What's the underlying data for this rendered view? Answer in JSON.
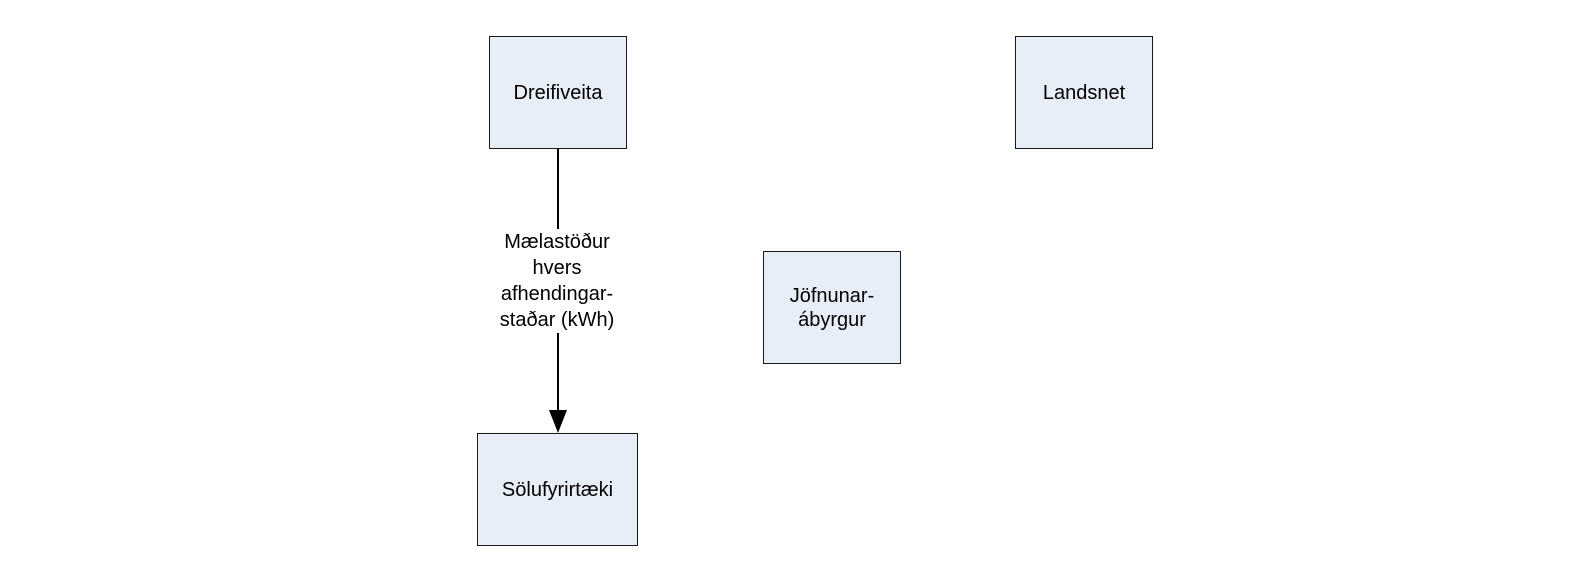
{
  "nodes": {
    "dreifiveita": {
      "label": "Dreifiveita"
    },
    "landsnet": {
      "label": "Landsnet"
    },
    "jofnunarabyrgur": {
      "lines": [
        "Jöfnunar-",
        "ábyrgur"
      ]
    },
    "solufyrirtaeki": {
      "label": "Sölufyrirtæki"
    }
  },
  "edges": [
    {
      "from": "Dreifiveita",
      "to": "Sölufyrirtæki",
      "label_lines": [
        "Mælastöður",
        "hvers",
        "afhendingar-",
        "staðar (kWh)"
      ]
    }
  ],
  "colors": {
    "node_fill": "#e8eef8",
    "node_border": "#1a1a1a",
    "edge": "#000000"
  }
}
